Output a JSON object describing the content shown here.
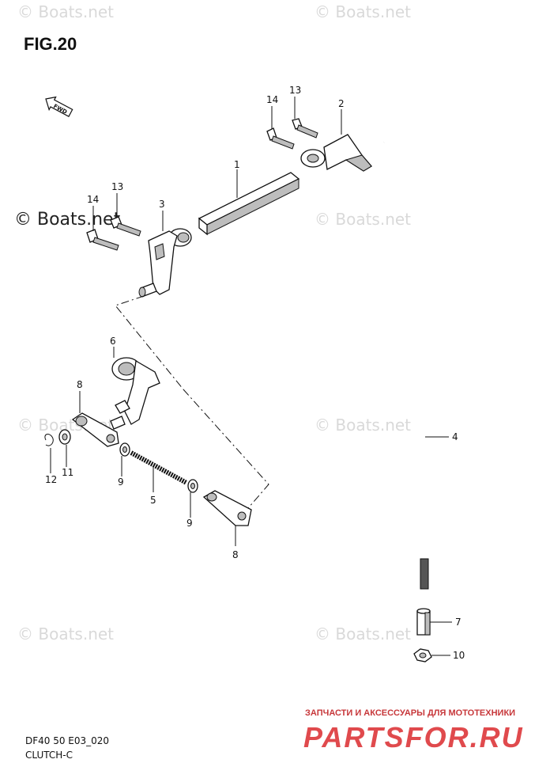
{
  "figure": {
    "title": "FIG.20",
    "code": "DF40 50 E03_020",
    "name": "CLUTCH-C"
  },
  "fwd_label": "FWD",
  "watermarks": {
    "light": "© Boats.net",
    "dark": "© Boats.net"
  },
  "callouts": {
    "c1": "1",
    "c2": "2",
    "c3": "3",
    "c4": "4",
    "c5": "5",
    "c6": "6",
    "c7": "7",
    "c8a": "8",
    "c8b": "8",
    "c9a": "9",
    "c9b": "9",
    "c10": "10",
    "c11": "11",
    "c12": "12",
    "c13a": "13",
    "c13b": "13",
    "c14a": "14",
    "c14b": "14"
  },
  "branding": {
    "promo": "ЗАПЧАСТИ И АКСЕССУАРЫ ДЛЯ МОТОТЕХНИКИ",
    "name": "PARTSFOR.RU"
  },
  "colors": {
    "ink": "#111111",
    "watermark": "#d9d9d9",
    "brand_red": "#e04a4d"
  }
}
